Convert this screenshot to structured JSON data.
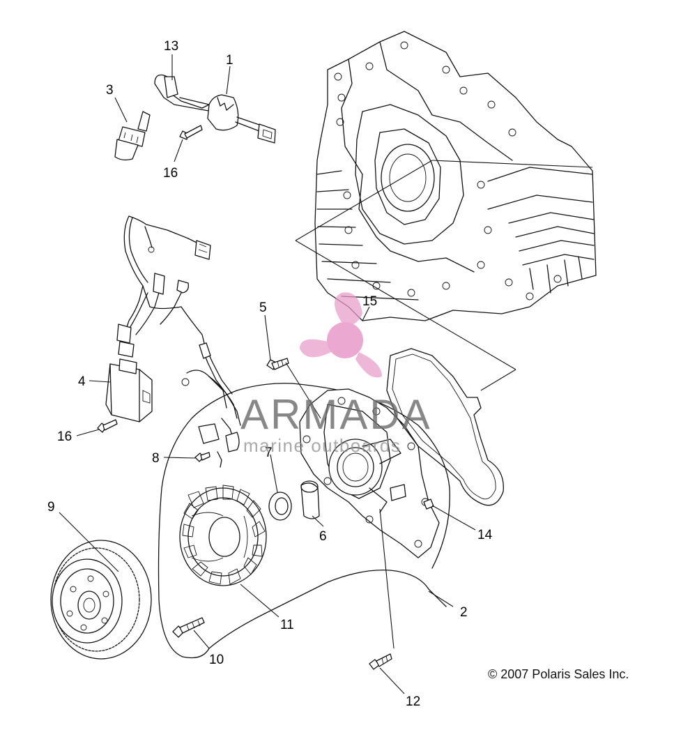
{
  "labels": [
    {
      "id": "1",
      "text": "1"
    },
    {
      "id": "2",
      "text": "2"
    },
    {
      "id": "3",
      "text": "3"
    },
    {
      "id": "4",
      "text": "4"
    },
    {
      "id": "5",
      "text": "5"
    },
    {
      "id": "6",
      "text": "6"
    },
    {
      "id": "7",
      "text": "7"
    },
    {
      "id": "8",
      "text": "8"
    },
    {
      "id": "9",
      "text": "9"
    },
    {
      "id": "10",
      "text": "10"
    },
    {
      "id": "11",
      "text": "11"
    },
    {
      "id": "12",
      "text": "12"
    },
    {
      "id": "13",
      "text": "13"
    },
    {
      "id": "14",
      "text": "14"
    },
    {
      "id": "15",
      "text": "15"
    },
    {
      "id": "16a",
      "text": "16"
    },
    {
      "id": "16b",
      "text": "16"
    }
  ],
  "copyright": "© 2007 Polaris Sales Inc.",
  "watermark": {
    "name": "ARMADA",
    "subtitle": "marine outboards",
    "color": "#e89ac8"
  }
}
